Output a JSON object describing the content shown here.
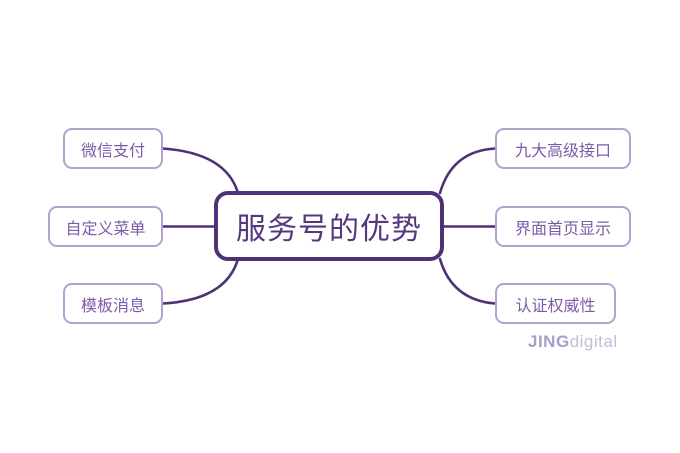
{
  "mindmap": {
    "root": {
      "label": "服务号的优势"
    },
    "left_nodes": [
      {
        "label": "微信支付"
      },
      {
        "label": "自定义菜单"
      },
      {
        "label": "模板消息"
      }
    ],
    "right_nodes": [
      {
        "label": "九大高级接口"
      },
      {
        "label": "界面首页显示"
      },
      {
        "label": "认证权威性"
      }
    ]
  },
  "watermark": {
    "bold_part": "JING",
    "light_part": "digital"
  },
  "colors": {
    "background": "#ffffff",
    "root_border": "#4e3276",
    "root_text": "#54397f",
    "branch_border": "#b3a1d1",
    "branch_text": "#7b5ca7",
    "connector": "#4e3276",
    "watermark_bold": "#aa9dc6",
    "watermark_light": "#c6bcd8"
  }
}
